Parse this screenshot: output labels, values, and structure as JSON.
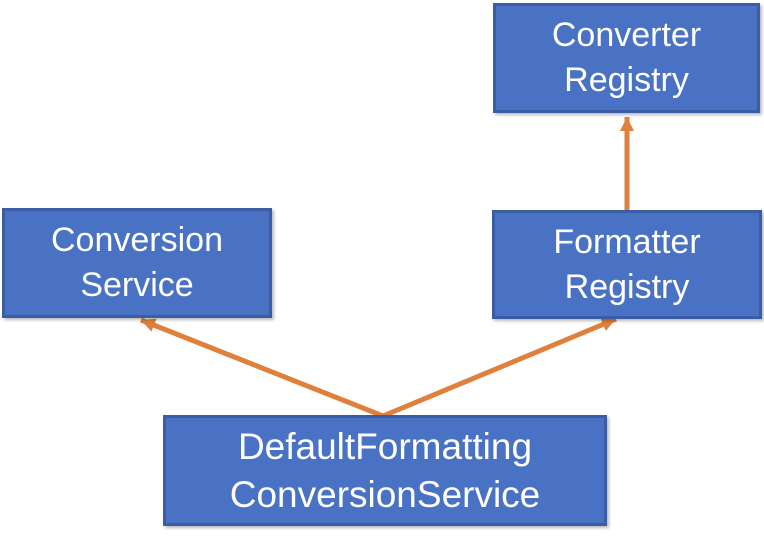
{
  "diagram": {
    "boxes": [
      {
        "id": "converter-registry",
        "label_lines": [
          "Converter",
          "Registry"
        ]
      },
      {
        "id": "conversion-service",
        "label_lines": [
          "Conversion",
          "Service"
        ]
      },
      {
        "id": "formatter-registry",
        "label_lines": [
          "Formatter",
          "Registry"
        ]
      },
      {
        "id": "default-formatting-conversion-service",
        "label_lines": [
          "DefaultFormatting",
          "ConversionService"
        ]
      }
    ],
    "edges": [
      {
        "from": "default-formatting-conversion-service",
        "to": "conversion-service"
      },
      {
        "from": "default-formatting-conversion-service",
        "to": "formatter-registry"
      },
      {
        "from": "formatter-registry",
        "to": "converter-registry"
      }
    ]
  },
  "colors": {
    "box-fill": "#4A72C4",
    "box-border": "#3D5CA6",
    "arrow": "#DF803C",
    "text": "#FFFFFF",
    "background": "#FFFFFF"
  }
}
